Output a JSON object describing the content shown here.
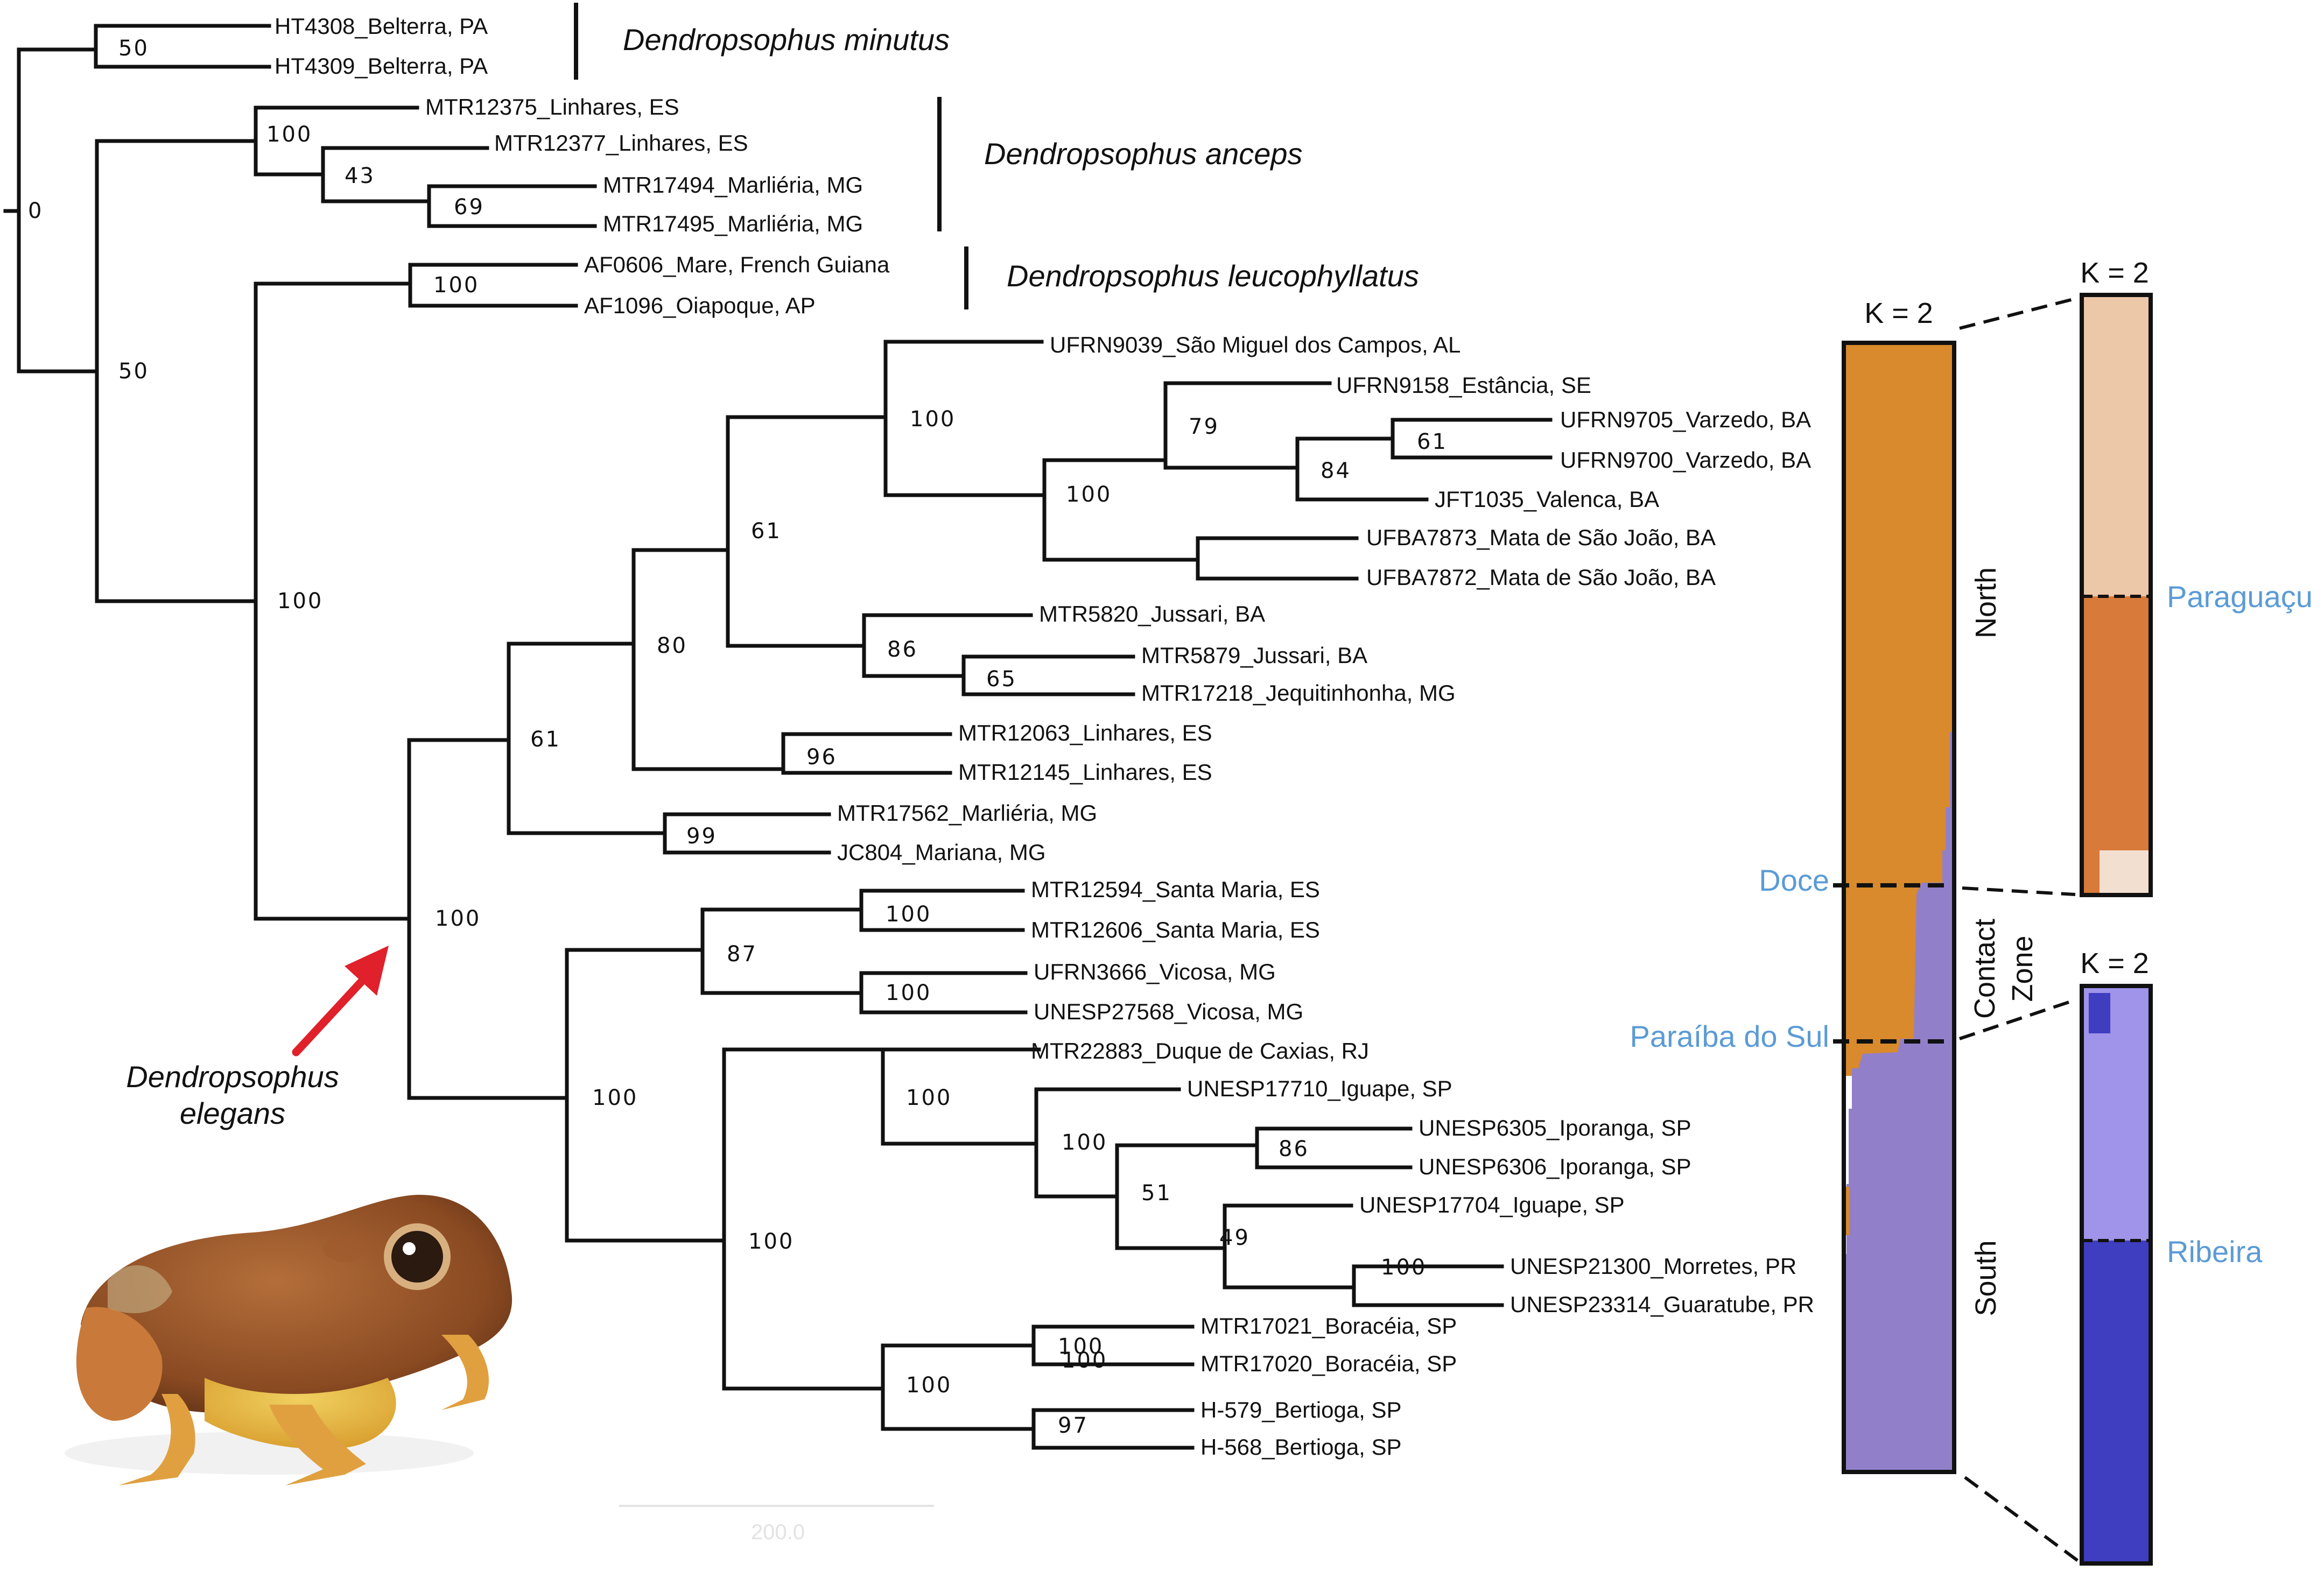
{
  "tree": {
    "tips": [
      "HT4308_Belterra, PA",
      "HT4309_Belterra, PA",
      "MTR12375_Linhares, ES",
      "MTR12377_Linhares, ES",
      "MTR17494_Marliéria, MG",
      "MTR17495_Marliéria, MG",
      "AF0606_Mare, French Guiana",
      "AF1096_Oiapoque, AP",
      "UFRN9039_São Miguel dos Campos, AL",
      "UFRN9158_Estância, SE",
      "UFRN9705_Varzedo, BA",
      "UFRN9700_Varzedo, BA",
      "JFT1035_Valenca, BA",
      "UFBA7873_Mata de São João, BA",
      "UFBA7872_Mata de São João, BA",
      "MTR5820_Jussari, BA",
      "MTR5879_Jussari, BA",
      "MTR17218_Jequitinhonha, MG",
      "MTR12063_Linhares, ES",
      "MTR12145_Linhares, ES",
      "MTR17562_Marliéria, MG",
      "JC804_Mariana, MG",
      "MTR12594_Santa Maria, ES",
      "MTR12606_Santa Maria, ES",
      "UFRN3666_Vicosa, MG",
      "UNESP27568_Vicosa, MG",
      "MTR22883_Duque de Caxias, RJ",
      "UNESP17710_Iguape, SP",
      "UNESP6305_Iporanga, SP",
      "UNESP6306_Iporanga, SP",
      "UNESP17704_Iguape, SP",
      "UNESP21300_Morretes, PR",
      "UNESP23314_Guaratube, PR",
      "MTR17021_Boracéia, SP",
      "MTR17020_Boracéia, SP",
      "H-579_Bertioga, SP",
      "H-568_Bertioga, SP"
    ],
    "support": [
      "0",
      "50",
      "50",
      "100",
      "43",
      "69",
      "100",
      "100",
      "100",
      "100",
      "61",
      "80",
      "61",
      "100",
      "79",
      "84",
      "61",
      "100",
      "86",
      "65",
      "96",
      "99",
      "87",
      "100",
      "100",
      "100",
      "100",
      "100",
      "100",
      "86",
      "51",
      "49",
      "100",
      "100",
      "100",
      "97"
    ],
    "species": [
      "Dendropsophus minutus",
      "Dendropsophus anceps",
      "Dendropsophus leucophyllatus"
    ],
    "pointer_species": [
      "Dendropsophus",
      "elegans"
    ],
    "scale_label": "200.0"
  },
  "structure": {
    "main_k": "K = 2",
    "north_k": "K = 2",
    "south_k": "K = 2",
    "regions": [
      "North",
      "Contact",
      "Zone",
      "South"
    ],
    "rivers": [
      "Doce",
      "Paraíba do Sul",
      "Paraguaçu",
      "Ribeira"
    ],
    "colors": {
      "north_cluster": "#d88a2c",
      "south_cluster": "#9180c9",
      "paraguacu_light": "#ecc7a8",
      "paraguacu_dark": "#d87a3a",
      "ribeira_light": "#9f93ea",
      "ribeira_dark": "#3f3ec0",
      "river_label": "#5b9bd5",
      "arrow": "#e0202a"
    }
  }
}
